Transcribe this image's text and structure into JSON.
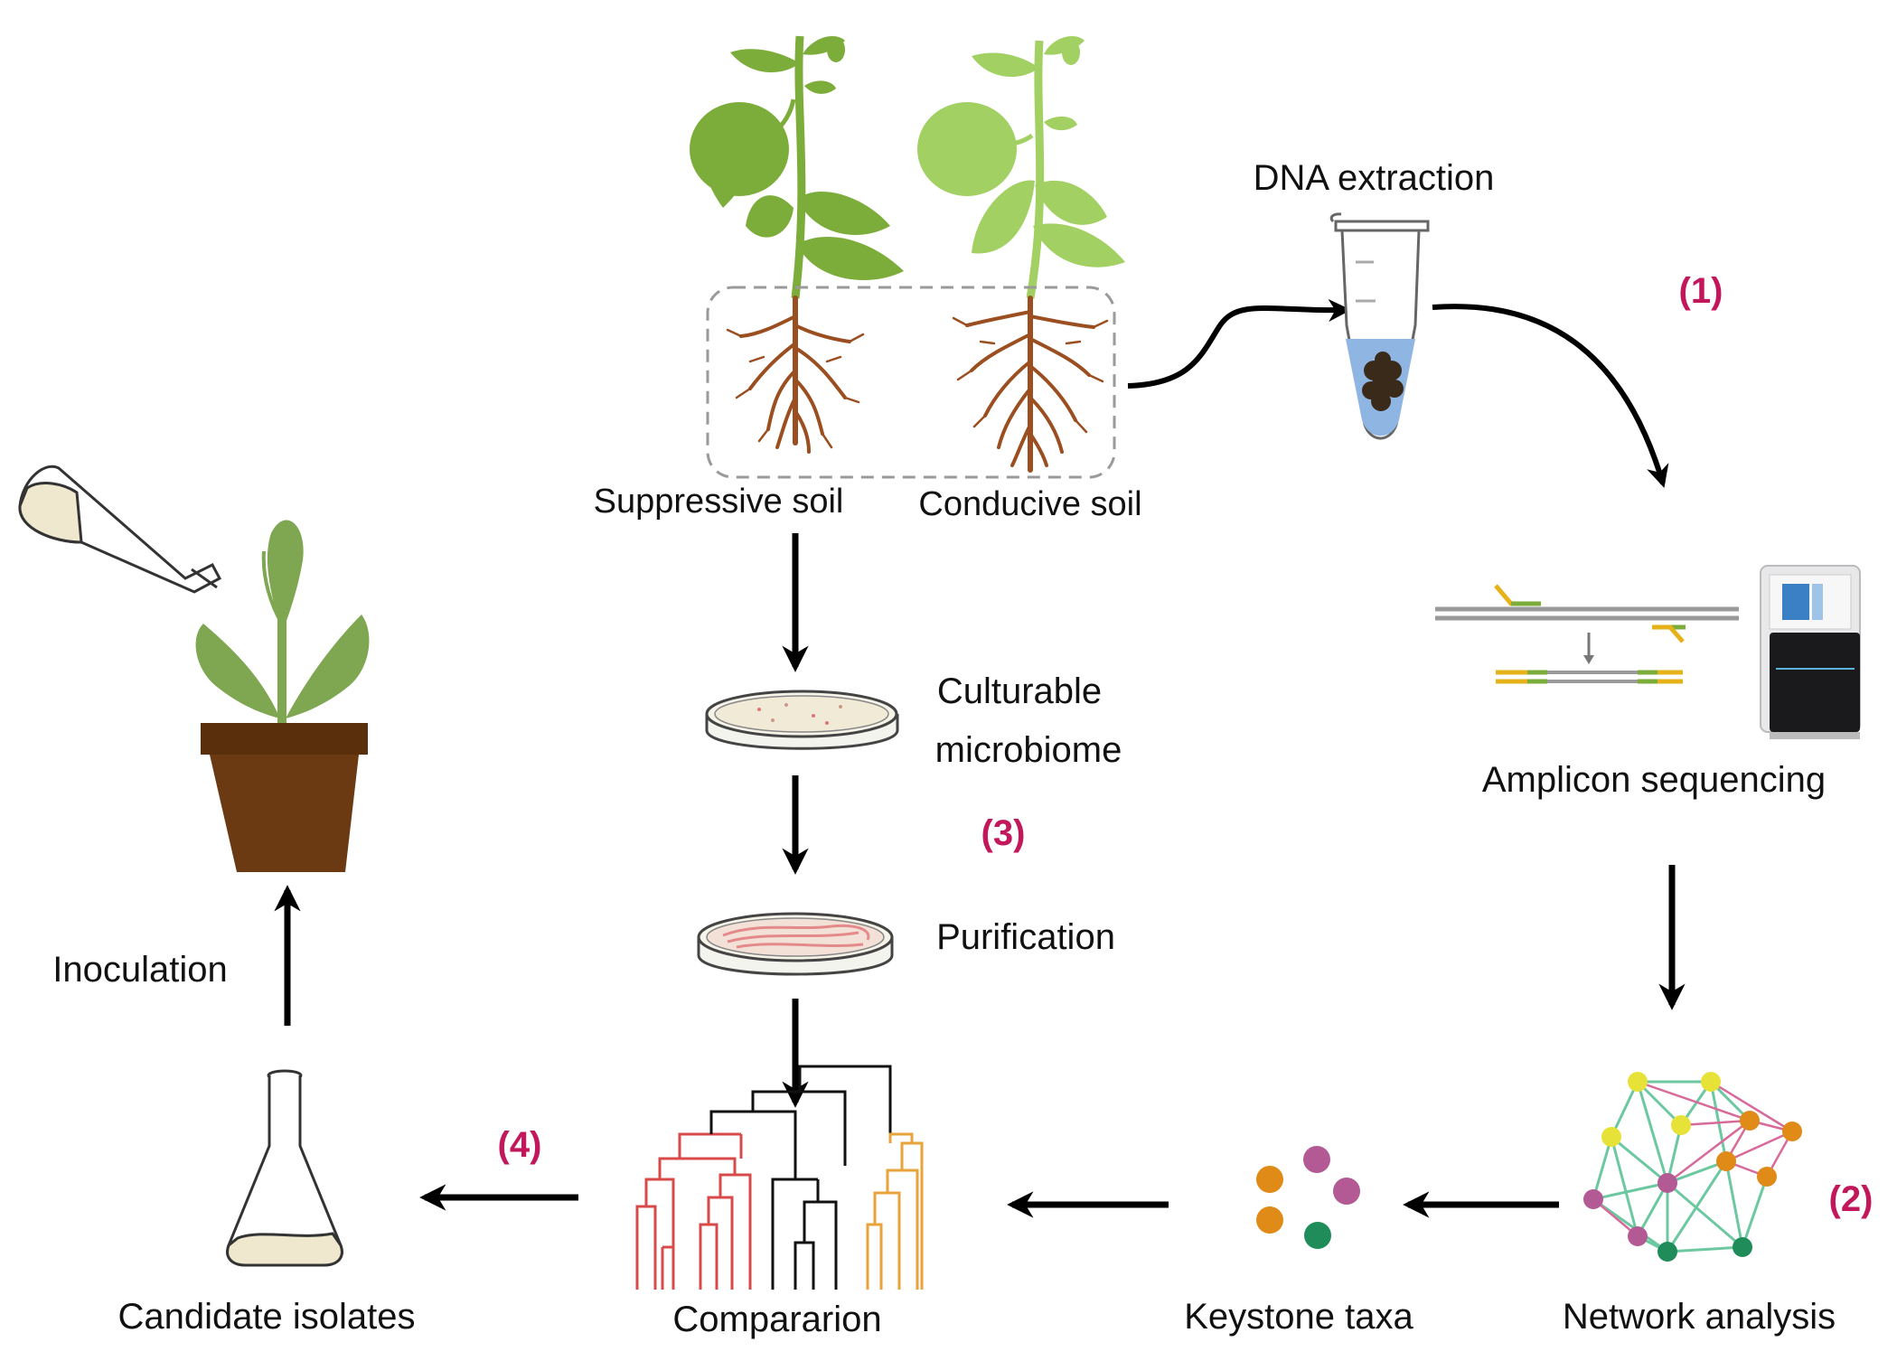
{
  "labels": {
    "suppressive_soil": "Suppressive soil",
    "conducive_soil": "Conducive soil",
    "dna_extraction": "DNA extraction",
    "amplicon_sequencing": "Amplicon sequencing",
    "culturable_1": "Culturable",
    "culturable_2": "microbiome",
    "purification": "Purification",
    "network_analysis": "Network analysis",
    "keystone_taxa": "Keystone taxa",
    "comparison": "Compararion",
    "candidate_isolates": "Candidate isolates",
    "inoculation": "Inoculation"
  },
  "steps": {
    "s1": "(1)",
    "s2": "(2)",
    "s3": "(3)",
    "s4": "(4)"
  },
  "colors": {
    "step_label": "#c2185b",
    "arrow": "#000000",
    "leaf_dark": "#7cad3a",
    "leaf_light": "#a3d063",
    "root": "#9b4e20",
    "pot": "#6b3a12",
    "pot_rim": "#5a2f0c",
    "tube_liquid": "#8fb6e3",
    "network_edge_green": "#6cc8a0",
    "network_edge_pink": "#d86a9a",
    "node_yellow": "#e6e237",
    "node_orange": "#e08a18",
    "node_pink": "#b35a95",
    "node_green": "#1f8c5a",
    "tree_red": "#d84a4a",
    "tree_black": "#111111",
    "tree_orange": "#e8a33a"
  }
}
